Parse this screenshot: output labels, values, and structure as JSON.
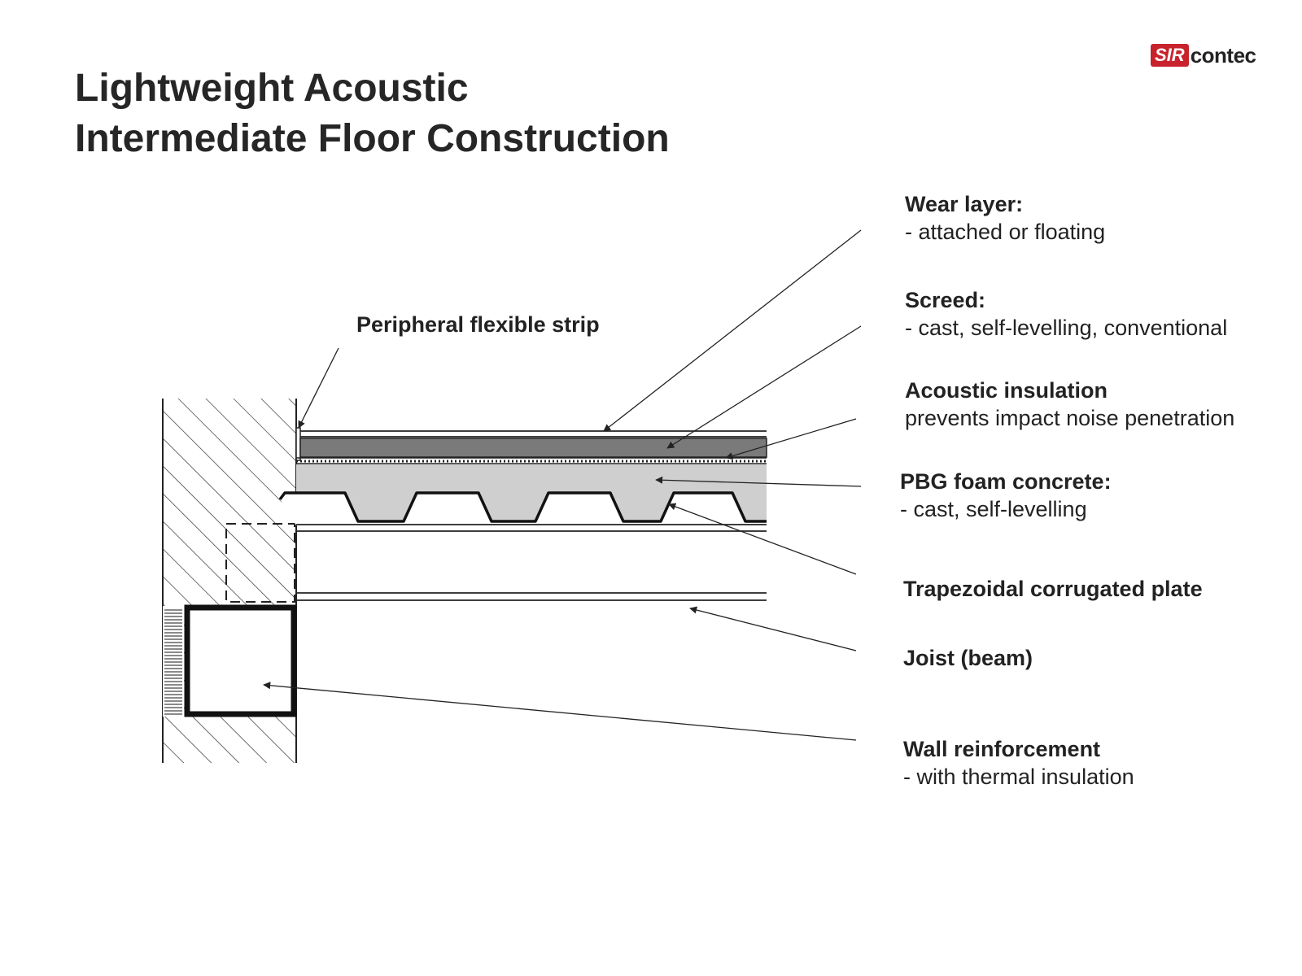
{
  "title": {
    "line1": "Lightweight Acoustic",
    "line2": "Intermediate Floor Construction"
  },
  "logo": {
    "mark": "SIR",
    "word": "contec",
    "color": "#c8232c"
  },
  "callouts": {
    "peripheral": {
      "title": "Peripheral flexible strip"
    },
    "wear": {
      "title": "Wear layer:",
      "desc": "- attached or floating"
    },
    "screed": {
      "title": "Screed:",
      "desc": "- cast, self-levelling, conventional"
    },
    "acoustic": {
      "title": "Acoustic insulation",
      "desc": "prevents impact noise penetration"
    },
    "pbg": {
      "title": "PBG foam concrete:",
      "desc": "- cast, self-levelling"
    },
    "trapezoidal": {
      "title": "Trapezoidal corrugated plate"
    },
    "joist": {
      "title": "Joist (beam)"
    },
    "wall": {
      "title": "Wall reinforcement",
      "desc": "- with thermal insulation"
    }
  },
  "colors": {
    "foam_concrete": "#cfcfcf",
    "screed": "#7a7a7a",
    "line": "#222222"
  }
}
